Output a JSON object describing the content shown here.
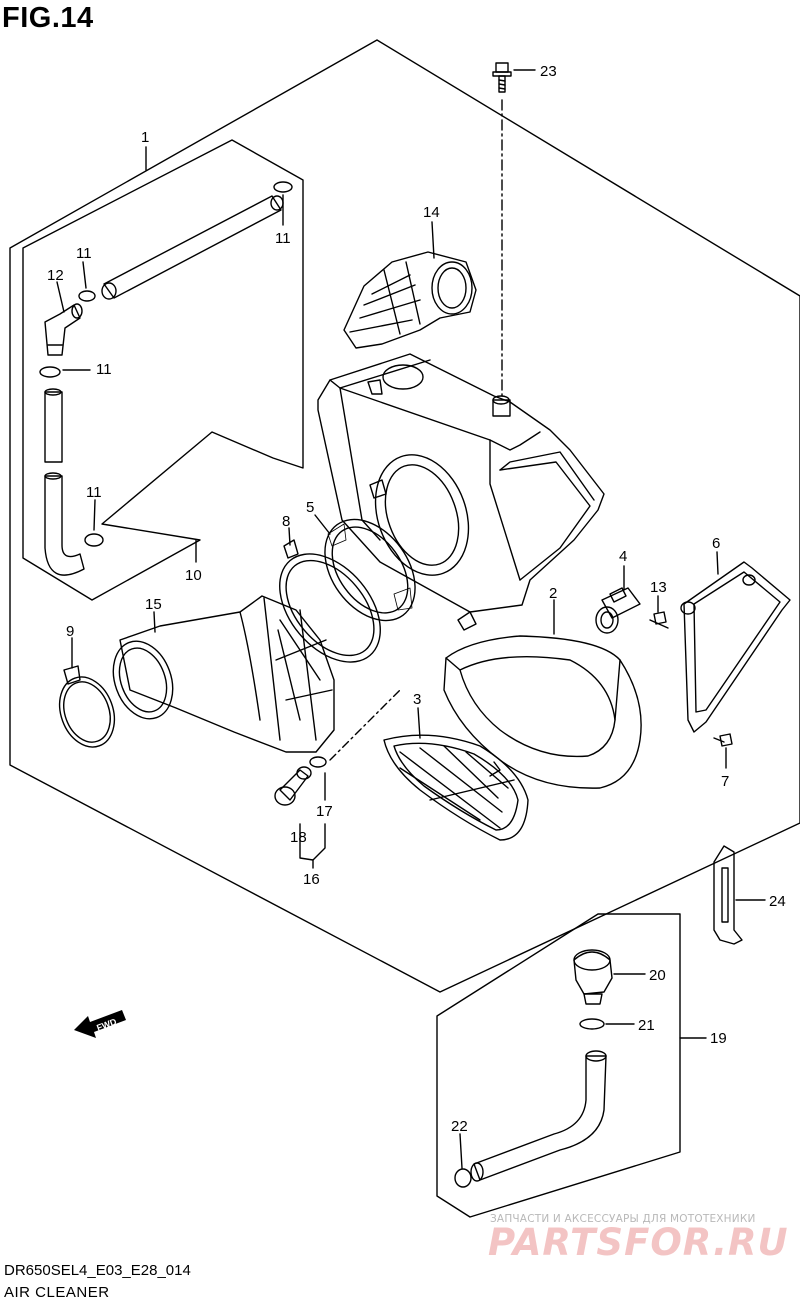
{
  "figure": {
    "title": "FIG.14",
    "model_code": "DR650SEL4_E03_E28_014",
    "section_name": "AIR CLEANER",
    "direction_marker": "FWD"
  },
  "watermark": {
    "tagline": "ЗАПЧАСТИ И АКСЕССУАРЫ ДЛЯ МОТОТЕХНИКИ",
    "brand": "PARTSFOR.RU"
  },
  "callouts": {
    "c1": "1",
    "c2": "2",
    "c3": "3",
    "c4": "4",
    "c5": "5",
    "c6": "6",
    "c7": "7",
    "c8": "8",
    "c9": "9",
    "c10": "10",
    "c11a": "11",
    "c11b": "11",
    "c11c": "11",
    "c11d": "11",
    "c12": "12",
    "c13": "13",
    "c14": "14",
    "c15": "15",
    "c16": "16",
    "c17": "17",
    "c18": "18",
    "c19": "19",
    "c20": "20",
    "c21": "21",
    "c22": "22",
    "c23": "23",
    "c24": "24"
  },
  "colors": {
    "line": "#000000",
    "background": "#ffffff",
    "watermark_brand": "#f3c4c4"
  }
}
